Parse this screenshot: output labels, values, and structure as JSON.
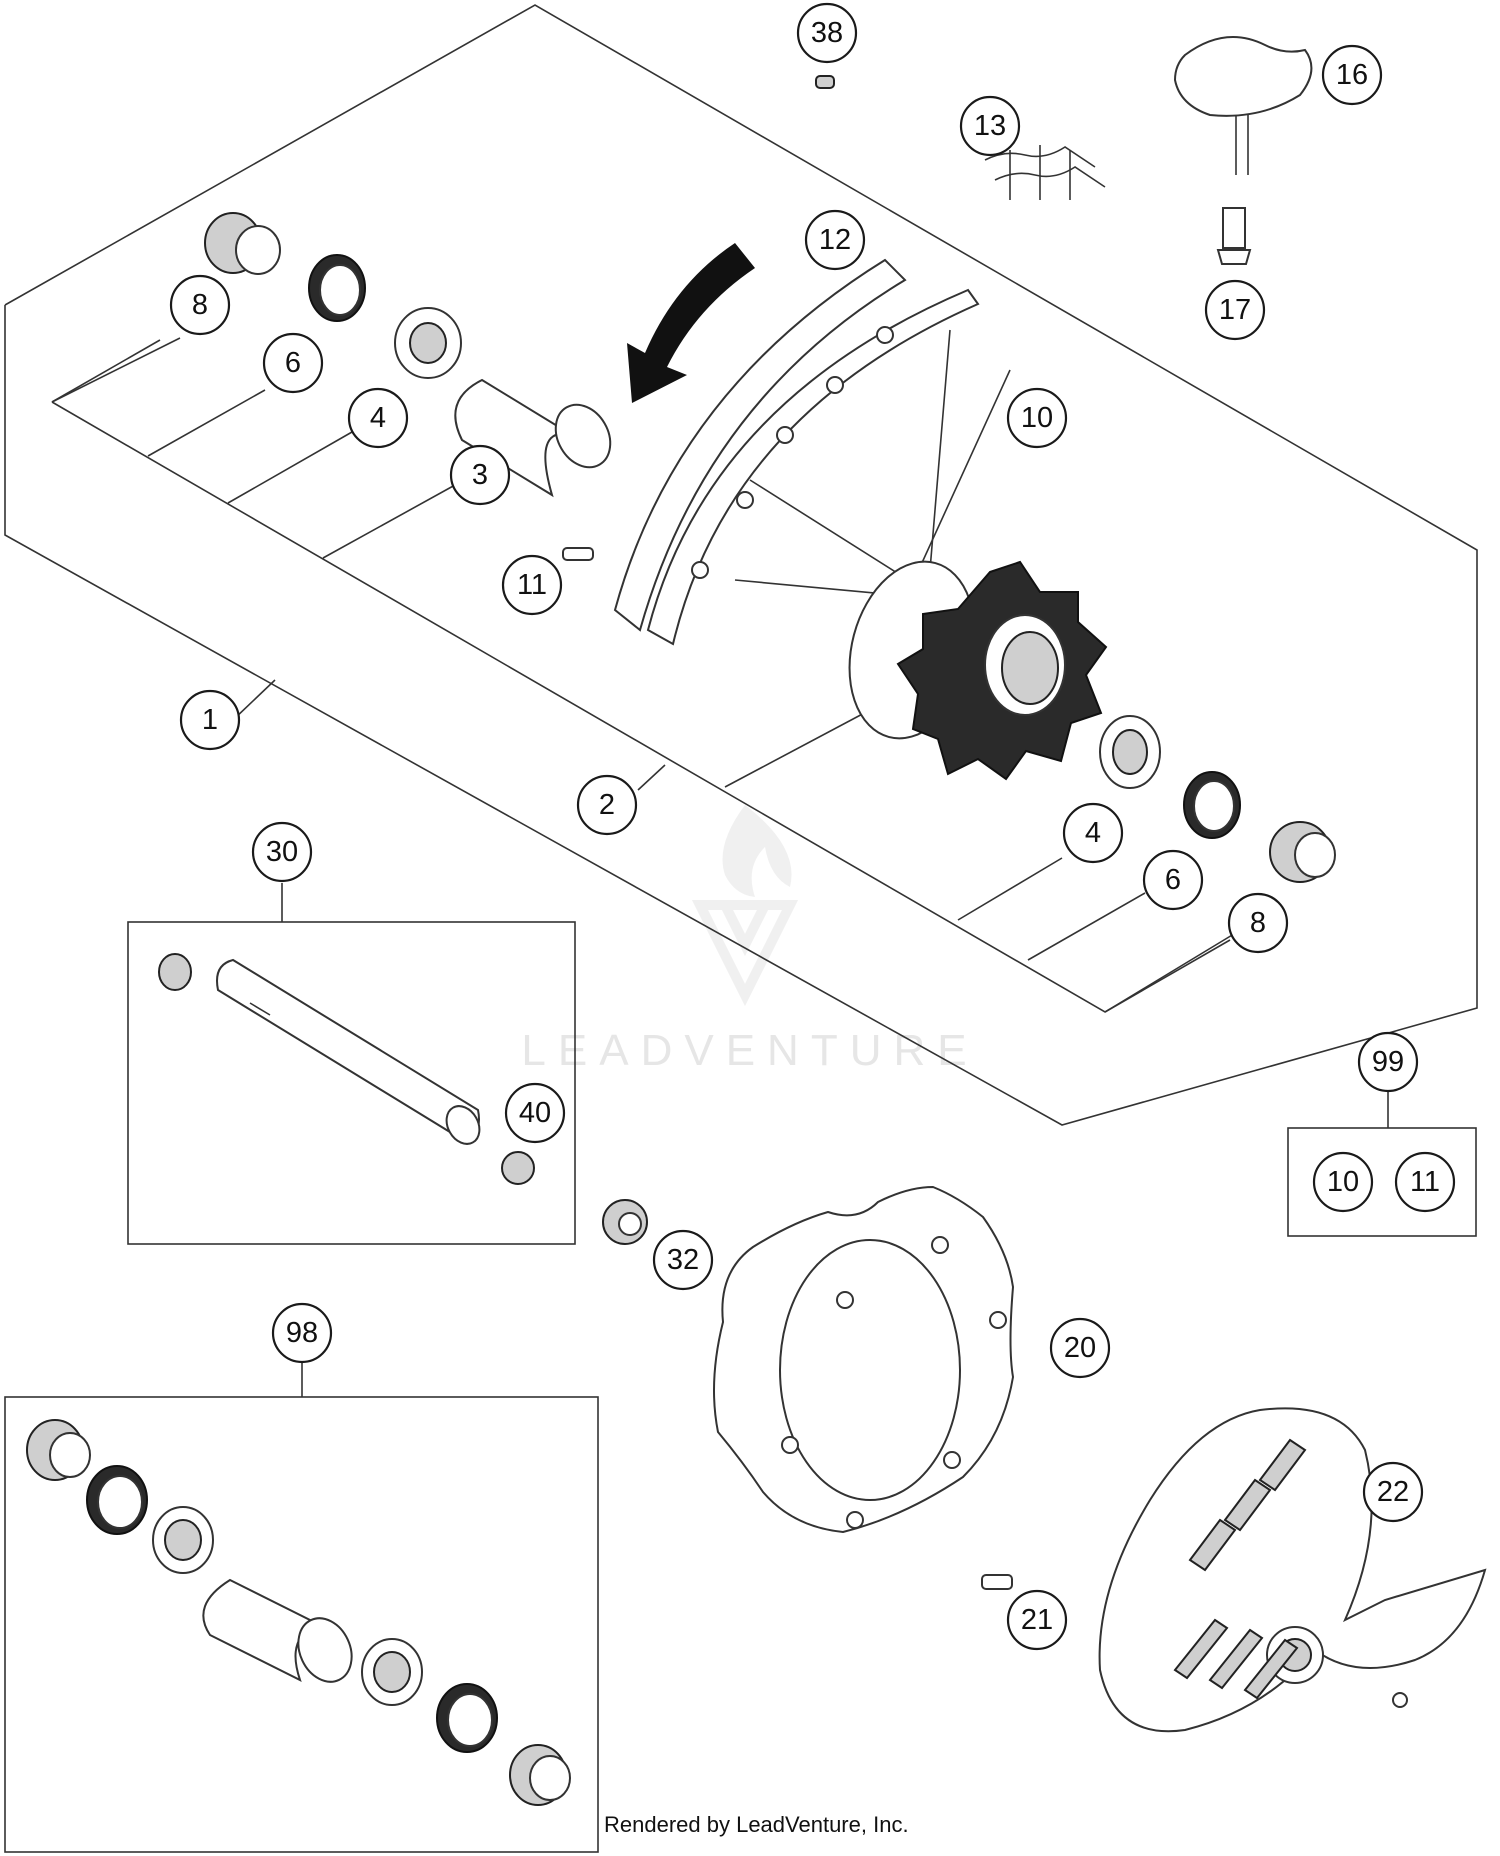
{
  "callouts": [
    {
      "id": "38"
    },
    {
      "id": "16"
    },
    {
      "id": "13"
    },
    {
      "id": "12"
    },
    {
      "id": "17"
    },
    {
      "id": "8"
    },
    {
      "id": "6"
    },
    {
      "id": "4"
    },
    {
      "id": "3"
    },
    {
      "id": "10"
    },
    {
      "id": "11"
    },
    {
      "id": "1"
    },
    {
      "id": "2"
    },
    {
      "id": "4"
    },
    {
      "id": "6"
    },
    {
      "id": "8"
    },
    {
      "id": "30"
    },
    {
      "id": "40"
    },
    {
      "id": "99"
    },
    {
      "id": "10"
    },
    {
      "id": "11"
    },
    {
      "id": "32"
    },
    {
      "id": "20"
    },
    {
      "id": "98"
    },
    {
      "id": "22"
    },
    {
      "id": "21"
    }
  ],
  "watermark": {
    "text": "LEADVENTURE"
  },
  "credit": {
    "text": "Rendered by LeadVenture, Inc."
  },
  "colors": {
    "line": "#333333",
    "background": "#ffffff",
    "watermark": "#e6e6e6"
  }
}
